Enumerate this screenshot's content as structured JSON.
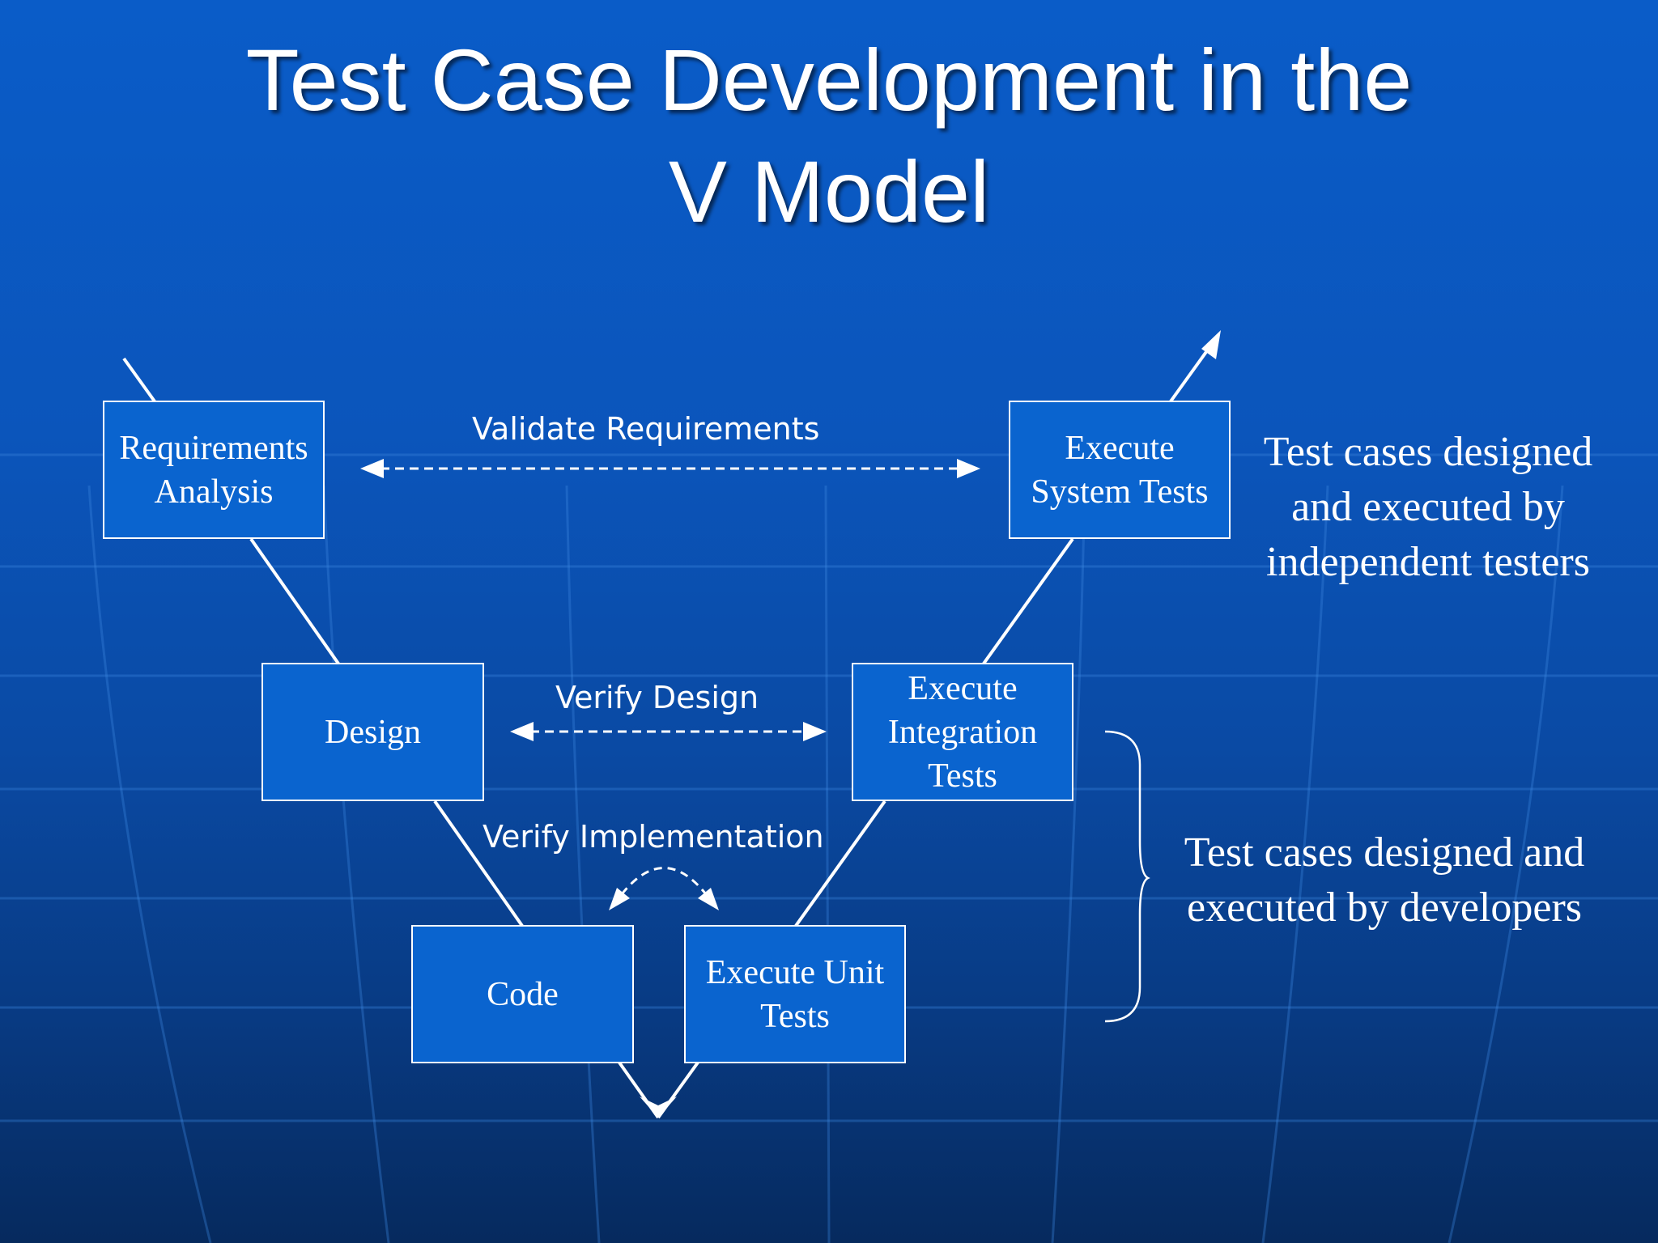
{
  "title": {
    "line1": "Test Case Development in the",
    "line2": "V Model"
  },
  "boxes": {
    "requirements": "Requirements\nAnalysis",
    "design": "Design",
    "code": "Code",
    "unit_tests": "Execute Unit\nTests",
    "integration_tests": "Execute\nIntegration\nTests",
    "system_tests": "Execute\nSystem Tests"
  },
  "flows": {
    "validate": "Validate Requirements",
    "verify_design": "Verify Design",
    "verify_implementation": "Verify Implementation"
  },
  "notes": {
    "independent": "Test cases designed\nand executed by\nindependent testers",
    "developers": "Test cases designed and\nexecuted by developers"
  }
}
